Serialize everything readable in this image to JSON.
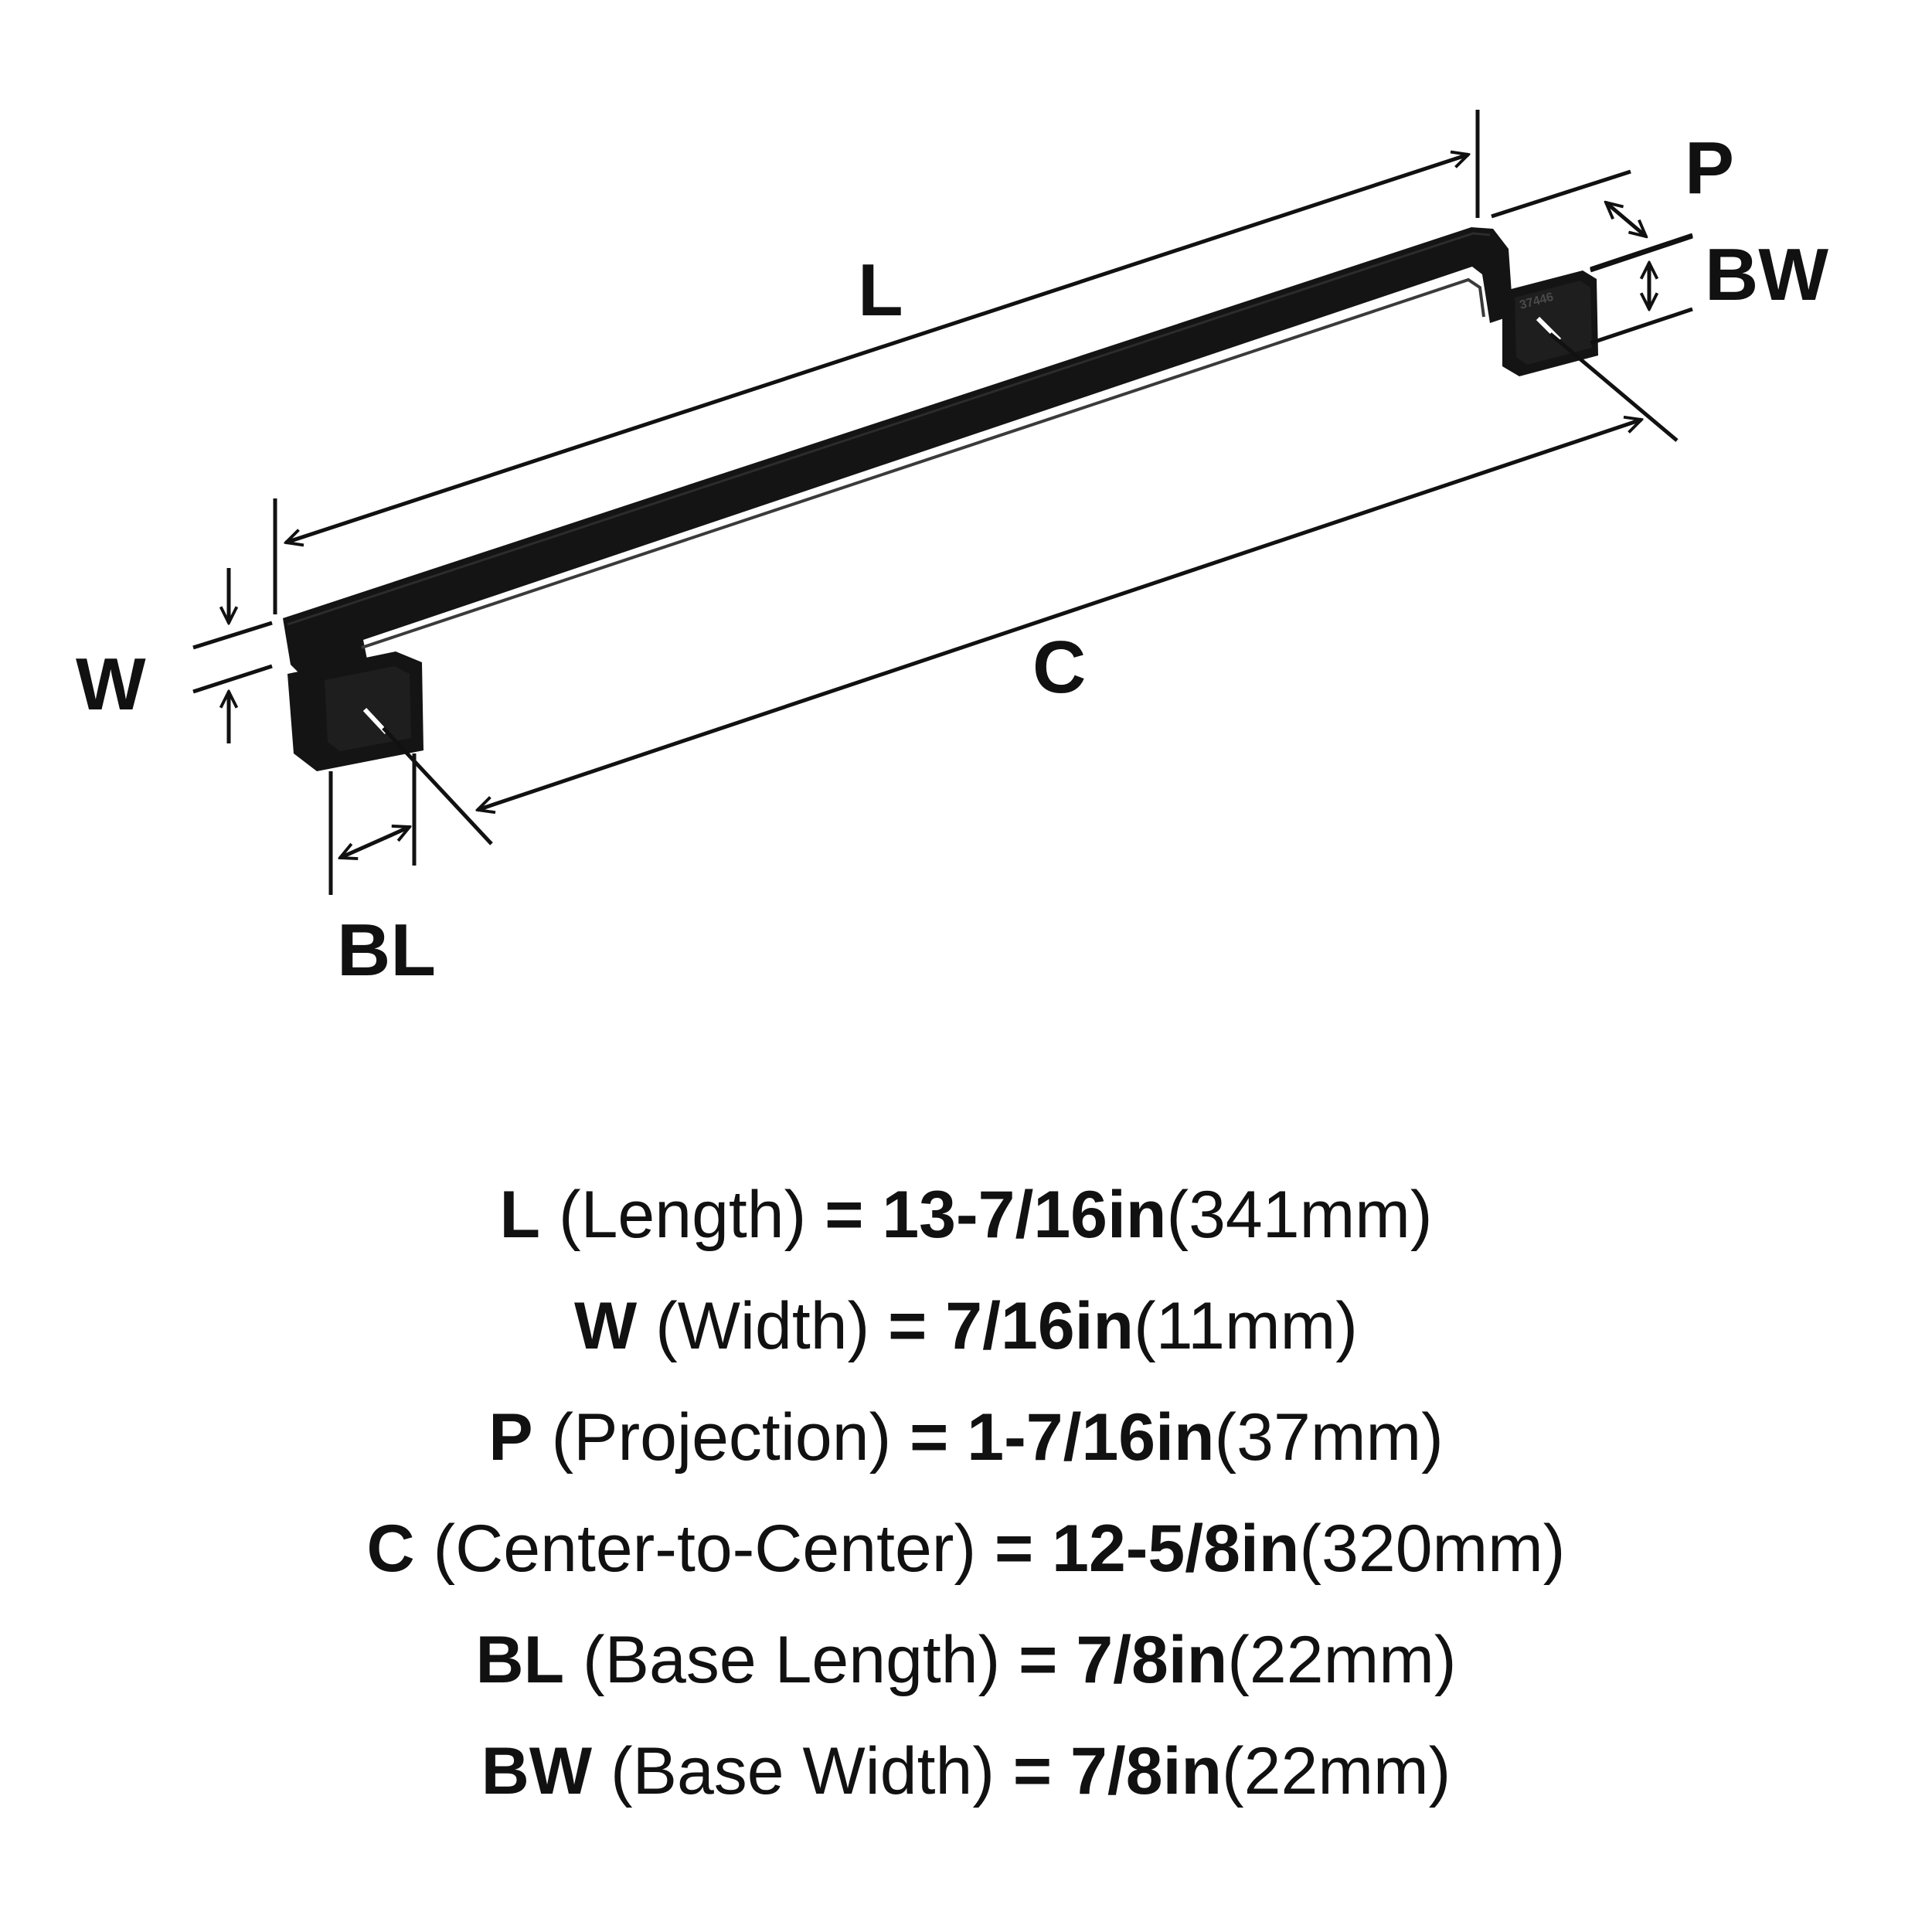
{
  "diagram": {
    "labels": {
      "L": "L",
      "W": "W",
      "P": "P",
      "C": "C",
      "BL": "BL",
      "BW": "BW"
    },
    "part_number": "37446",
    "colors": {
      "ink": "#111111",
      "pull_finish": "#141414",
      "pull_highlight": "#3a3a3a"
    }
  },
  "specs": [
    {
      "code": "L",
      "name": "(Length)",
      "eq": "=",
      "inches": "13-7/16in",
      "mm": "(341mm)"
    },
    {
      "code": "W",
      "name": "(Width)",
      "eq": "=",
      "inches": "7/16in",
      "mm": "(11mm)"
    },
    {
      "code": "P",
      "name": "(Projection)",
      "eq": "=",
      "inches": "1-7/16in",
      "mm": "(37mm)"
    },
    {
      "code": "C",
      "name": "(Center-to-Center)",
      "eq": "=",
      "inches": "12-5/8in",
      "mm": "(320mm)"
    },
    {
      "code": "BL",
      "name": "(Base Length)",
      "eq": "=",
      "inches": "7/8in",
      "mm": "(22mm)"
    },
    {
      "code": "BW",
      "name": "(Base Width)",
      "eq": "=",
      "inches": "7/8in",
      "mm": "(22mm)"
    }
  ]
}
